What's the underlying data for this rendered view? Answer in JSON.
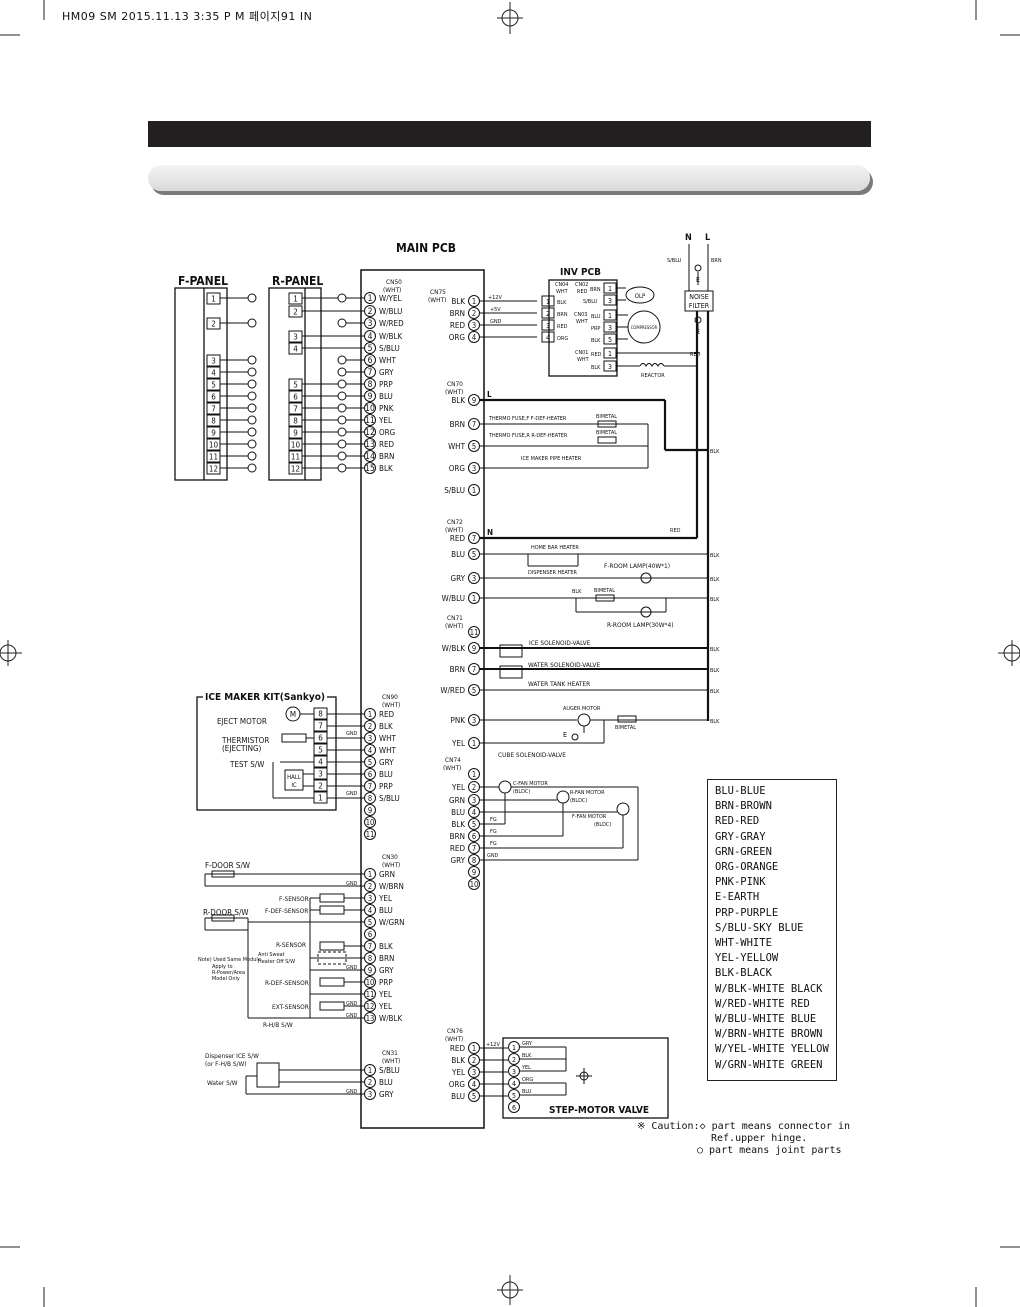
{
  "page_header": "HM09 SM  2015.11.13 3:35 P M 페이지91   IN",
  "diagram": {
    "main_pcb": "MAIN PCB",
    "f_panel": "F-PANEL",
    "r_panel": "R-PANEL",
    "inv_pcb": "INV PCB",
    "ice_maker_kit": "ICE MAKER KIT(Sankyo)",
    "noise_filter_1": "NOISE",
    "noise_filter_2": "FILTER",
    "reactor": "REACTOR",
    "olp": "OLP",
    "compressor": "COMPRESSOR",
    "step_motor_valve": "STEP-MOTOR VALVE",
    "line_n": "N",
    "line_l": "L"
  },
  "legend": [
    "BLU-BLUE",
    "BRN-BROWN",
    "RED-RED",
    "GRY-GRAY",
    "GRN-GREEN",
    "ORG-ORANGE",
    "PNK-PINK",
    "E-EARTH",
    "PRP-PURPLE",
    "S/BLU-SKY BLUE",
    "WHT-WHITE",
    "YEL-YELLOW",
    "BLK-BLACK",
    "W/BLK-WHITE BLACK",
    "W/RED-WHITE RED",
    "W/BLU-WHITE BLUE",
    "W/BRN-WHITE BROWN",
    "W/YEL-WHITE YELLOW",
    "W/GRN-WHITE GREEN"
  ],
  "caution": {
    "line1": "※ Caution:◇ part means connector in",
    "line2": "Ref.upper hinge.",
    "line3": "○ part means joint parts"
  },
  "cn50": [
    "W/YEL",
    "W/BLU",
    "W/RED",
    "W/BLK",
    "S/BLU",
    "WHT",
    "GRY",
    "PRP",
    "BLU",
    "PNK",
    "YEL",
    "ORG",
    "RED",
    "BRN",
    "BLK"
  ],
  "cn90": [
    "RED",
    "BLK",
    "WHT",
    "WHT",
    "GRY",
    "BLU",
    "PRP",
    "S/BLU"
  ],
  "cn30": [
    "GRN",
    "W/BRN",
    "YEL",
    "BLU",
    "W/GRN",
    "",
    "BLK",
    "BRN",
    "GRY",
    "PRP",
    "YEL",
    "YEL",
    "W/BLK"
  ],
  "cn31": [
    "S/BLU",
    "BLU",
    "GRY"
  ],
  "cn75": [
    "BLK",
    "BRN",
    "RED",
    "ORG"
  ],
  "cn70": [
    "BLK",
    "BRN",
    "WHT",
    "ORG",
    "S/BLU"
  ],
  "cn72": [
    "RED",
    "BLU",
    "GRY",
    "W/BLU"
  ],
  "cn71": [
    "",
    "W/BLK",
    "BRN",
    "W/RED",
    "PNK",
    "YEL"
  ],
  "cn74": [
    "",
    "YEL",
    "GRN",
    "BLU",
    "BLK",
    "BRN",
    "RED",
    "GRY",
    "",
    ""
  ],
  "cn76": [
    "RED",
    "BLK",
    "YEL",
    "ORG",
    "BLU"
  ]
}
